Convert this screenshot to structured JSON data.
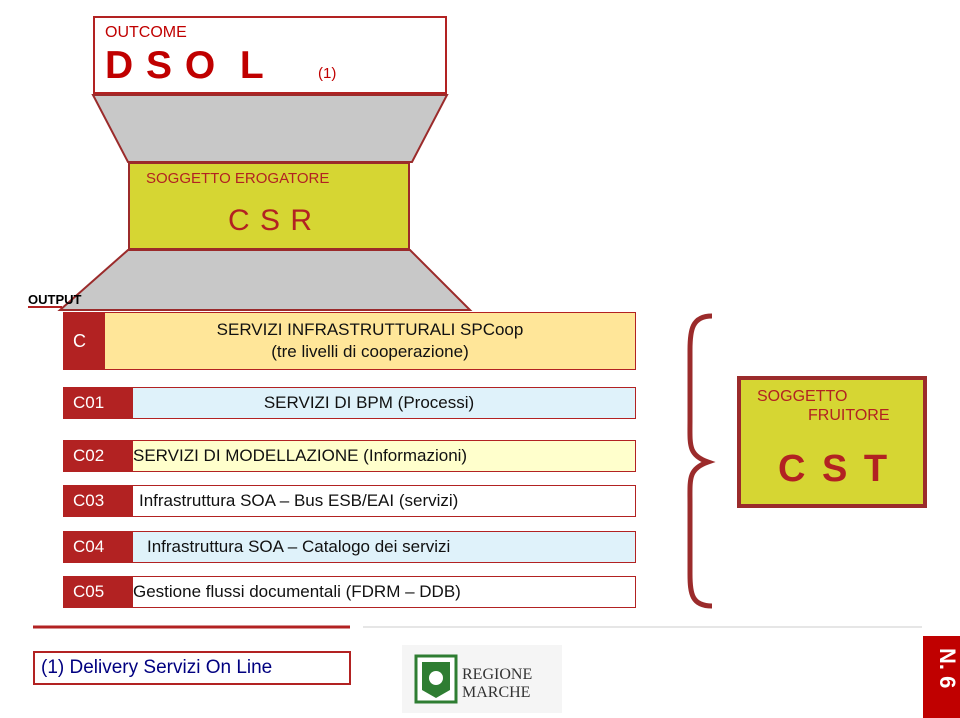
{
  "outcome": {
    "label": "OUTCOME",
    "letters": "D S O  L",
    "note": "(1)"
  },
  "erogatore": {
    "label": "SOGGETTO EROGATORE",
    "code": "C S R"
  },
  "output_label": "OUTPUT",
  "rows": [
    {
      "code": "C",
      "text_line1": "SERVIZI INFRASTRUTTURALI SPCoop",
      "text_line2": "(tre livelli di cooperazione)"
    },
    {
      "code": "C01",
      "text": "SERVIZI DI BPM (Processi)"
    },
    {
      "code": "C02",
      "text": "SERVIZI DI MODELLAZIONE  (Informazioni)"
    },
    {
      "code": "C03",
      "text": "Infrastruttura SOA – Bus ESB/EAI (servizi)"
    },
    {
      "code": "C04",
      "text": "Infrastruttura SOA – Catalogo dei servizi"
    },
    {
      "code": "C05",
      "text": "Gestione flussi documentali (FDRM – DDB)"
    }
  ],
  "fruitore": {
    "label_line1": "SOGGETTO",
    "label_line2": "FRUITORE",
    "code": "C S T"
  },
  "footer": {
    "note": "(1) Delivery Servizi On Line",
    "logo_line1": "REGIONE",
    "logo_line2": "MARCHE",
    "page": "N. 6"
  },
  "colors": {
    "accent": "#b22222",
    "olive": "#d6d633",
    "pale_yellow": "#ffffcc",
    "pale_blue": "#dff2fa"
  }
}
